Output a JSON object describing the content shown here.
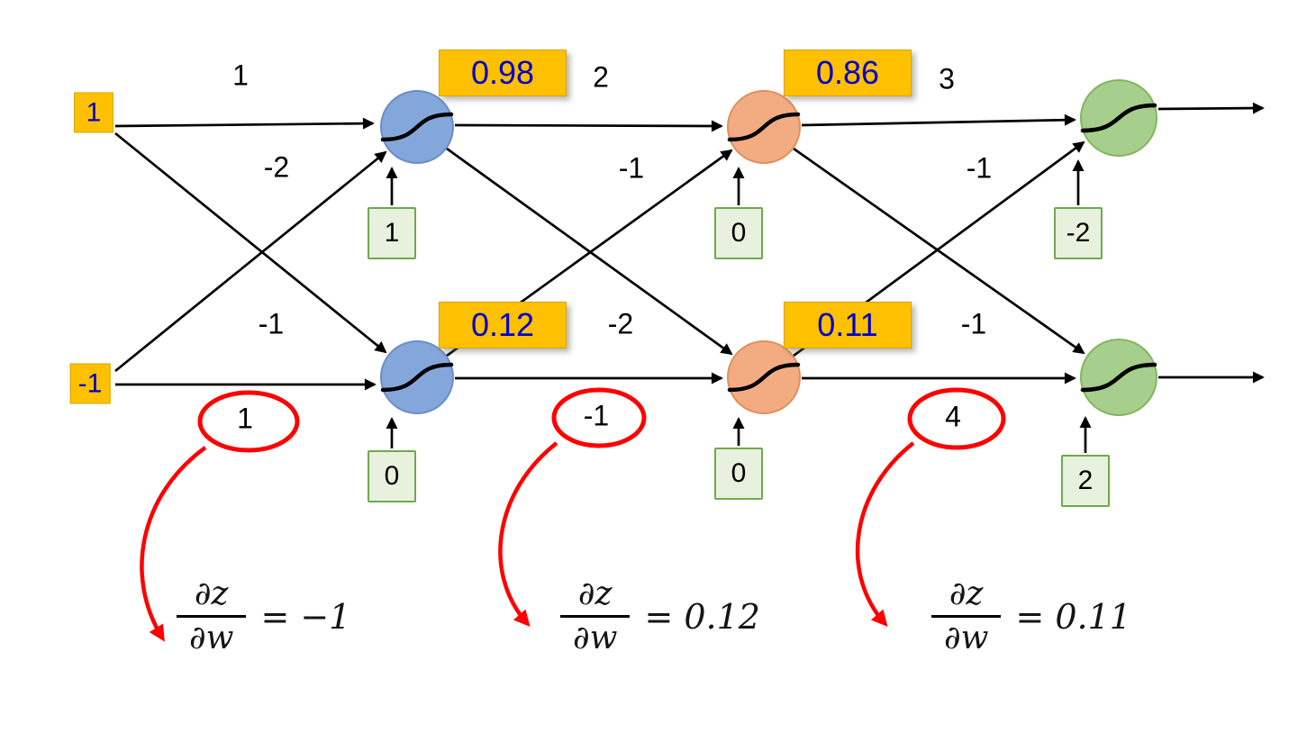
{
  "inputs": [
    "1",
    "-1"
  ],
  "layer1": {
    "weights": [
      "1",
      "-2",
      "-1",
      "1"
    ],
    "biases": [
      "1",
      "0"
    ],
    "outputs": [
      "0.98",
      "0.12"
    ]
  },
  "layer2": {
    "weights": [
      "2",
      "-1",
      "-2",
      "-1"
    ],
    "biases": [
      "0",
      "0"
    ],
    "outputs": [
      "0.86",
      "0.11"
    ]
  },
  "layer3": {
    "weights": [
      "3",
      "-1",
      "-1",
      "4"
    ],
    "biases": [
      "-2",
      "2"
    ]
  },
  "formulas": [
    {
      "num": "∂z",
      "den": "∂w",
      "rhs": "= −1"
    },
    {
      "num": "∂z",
      "den": "∂w",
      "rhs": "= 0.12"
    },
    {
      "num": "∂z",
      "den": "∂w",
      "rhs": "= 0.11"
    }
  ],
  "icons": {
    "neuron_activation": "sigmoid-curve"
  },
  "colors": {
    "value_box_fill": "#FFC000",
    "value_text": "#0000CC",
    "bias_box_fill": "#E7F1DD",
    "bias_box_border": "#71A84D",
    "neuron_layer1": "#84A7DB",
    "neuron_layer2": "#F3AC82",
    "neuron_layer3": "#A6CE8C",
    "annotation_red": "#FF0000",
    "edge_color": "#000000"
  }
}
